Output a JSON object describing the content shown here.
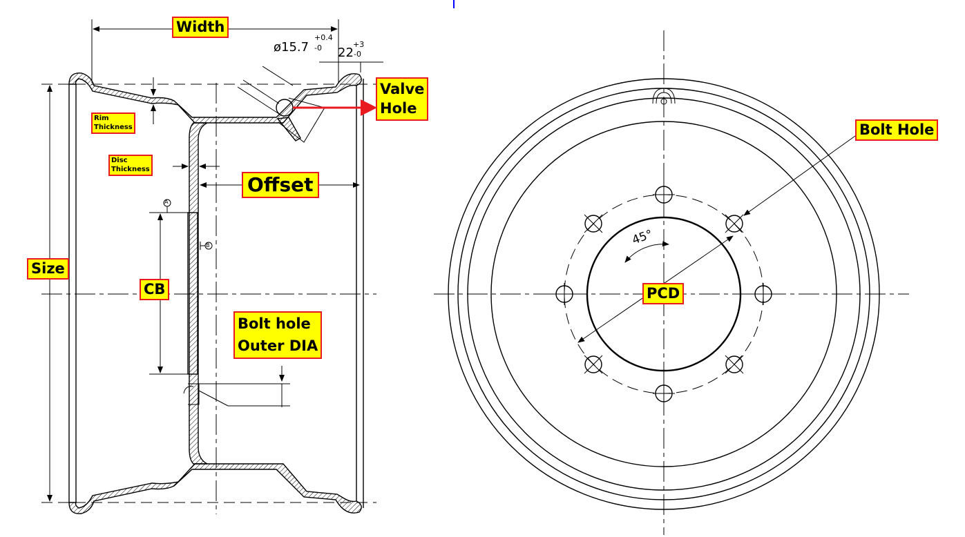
{
  "labels": {
    "width": "Width",
    "valve_hole": "Valve\nHole",
    "rim_thickness": "Rim\nThickness",
    "disc_thickness": "Disc\nThickness",
    "offset": "Offset",
    "size": "Size",
    "cb": "CB",
    "bolt_hole_outer_dia": "Bolt hole\nOuter DIA",
    "bolt_hole": "Bolt Hole",
    "pcd": "PCD"
  },
  "dimensions": {
    "valve_dia": "ø15.7",
    "valve_tol_upper": "+0.4",
    "valve_tol_lower": "-0",
    "rim_edge": "22",
    "rim_edge_tol_upper": "+3",
    "rim_edge_tol_lower": "-0",
    "angle": "45°"
  },
  "datums": {
    "a": "A",
    "b": "B"
  },
  "colors": {
    "label_fill": "#ffff00",
    "label_border": "#e8191f",
    "arrow": "#e8191f",
    "divider": "#0000ff"
  }
}
